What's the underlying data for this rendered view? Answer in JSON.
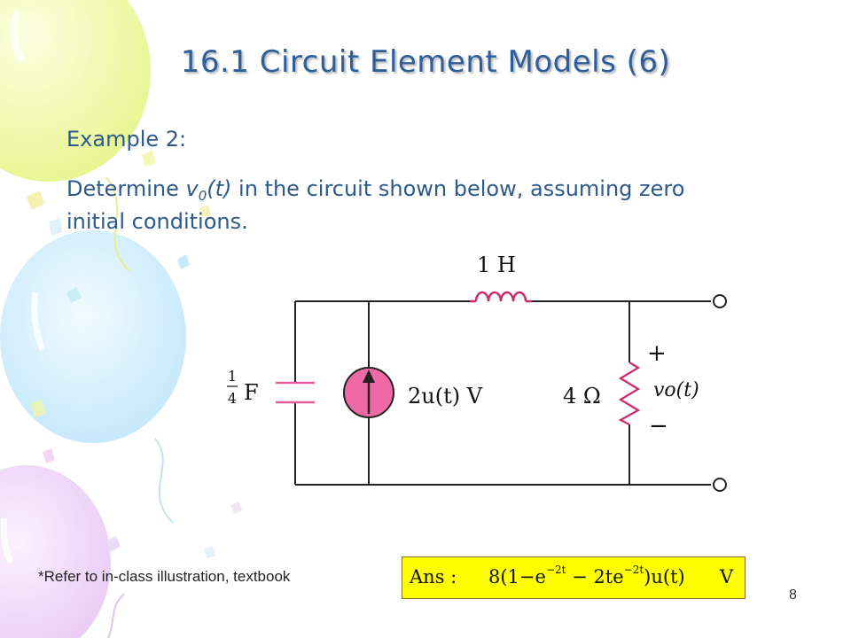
{
  "slide": {
    "title": "16.1 Circuit Element Models (6)",
    "example_label": "Example 2:",
    "problem": {
      "before": "Determine ",
      "var": "v",
      "sub": "0",
      "paren": "(t)",
      "after": " in the circuit shown below, assuming zero initial conditions."
    },
    "circuit": {
      "inductor_label": "1 H",
      "capacitor_num": "1",
      "capacitor_den": "4",
      "capacitor_unit": "F",
      "source_label": "2u(t) V",
      "resistor_label": "4 Ω",
      "plus_sign": "+",
      "minus_sign": "−",
      "output_label": "vo(t)"
    },
    "footnote": "*Refer to in-class illustration, textbook",
    "answer": {
      "label": "Ans :",
      "expr_a": "8(1−e",
      "exp1": "−2t",
      "expr_b": " − 2te",
      "exp2": "−2t",
      "expr_c": ")u(t)",
      "unit": "V"
    },
    "page_number": "8"
  },
  "colors": {
    "title": "#2f5f9a",
    "body_text": "#2d5a8c",
    "answer_box": "#ffff00",
    "source_fill": "#ee6aa7"
  }
}
